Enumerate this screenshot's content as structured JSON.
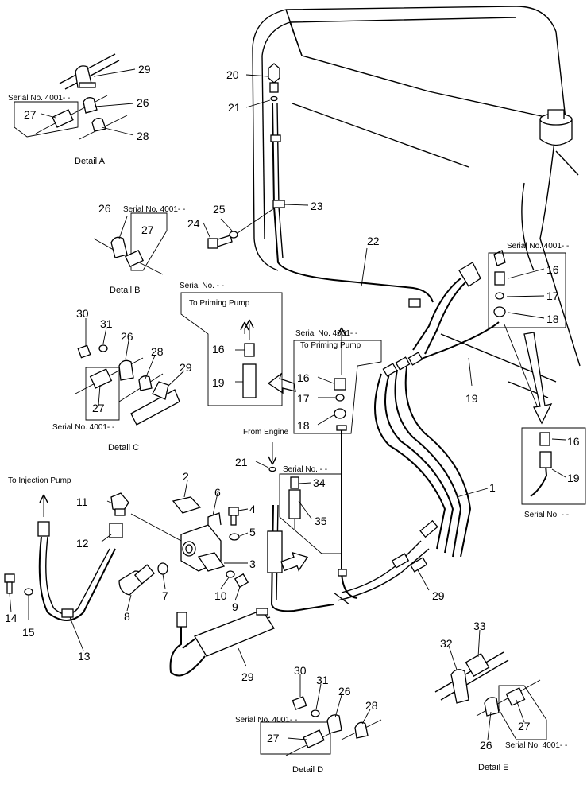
{
  "numbers": {
    "n1": "1",
    "n2": "2",
    "n3": "3",
    "n4": "4",
    "n5": "5",
    "n6": "6",
    "n7": "7",
    "n8": "8",
    "n9": "9",
    "n10": "10",
    "n11": "11",
    "n12": "12",
    "n13": "13",
    "n14": "14",
    "n15": "15",
    "n16a": "16",
    "n16b": "16",
    "n16c": "16",
    "n16d": "16",
    "n17a": "17",
    "n17b": "17",
    "n18a": "18",
    "n18b": "18",
    "n19a": "19",
    "n19b": "19",
    "n19c": "19",
    "n20": "20",
    "n21a": "21",
    "n21b": "21",
    "n22": "22",
    "n23": "23",
    "n24": "24",
    "n25": "25",
    "n26a": "26",
    "n26b": "26",
    "n26c": "26",
    "n26d": "26",
    "n26e": "26",
    "n27a": "27",
    "n27b": "27",
    "n27c": "27",
    "n27d": "27",
    "n27e": "27",
    "n28a": "28",
    "n28b": "28",
    "n28c": "28",
    "n29a": "29",
    "n29b": "29",
    "n29c": "29",
    "n29d": "29",
    "n30a": "30",
    "n30b": "30",
    "n31a": "31",
    "n31b": "31",
    "n32": "32",
    "n33": "33",
    "n34": "34",
    "n35": "35"
  },
  "labels": {
    "serial_4001": "Serial No. 4001- -",
    "serial_dash": "Serial No. - -",
    "to_priming_pump": "To Priming Pump",
    "to_injection_pump": "To Injection Pump",
    "from_engine": "From Engine",
    "detail_a": "Detail  A",
    "detail_b": "Detail  B",
    "detail_c": "Detail  C",
    "detail_d": "Detail  D",
    "detail_e": "Detail  E"
  }
}
